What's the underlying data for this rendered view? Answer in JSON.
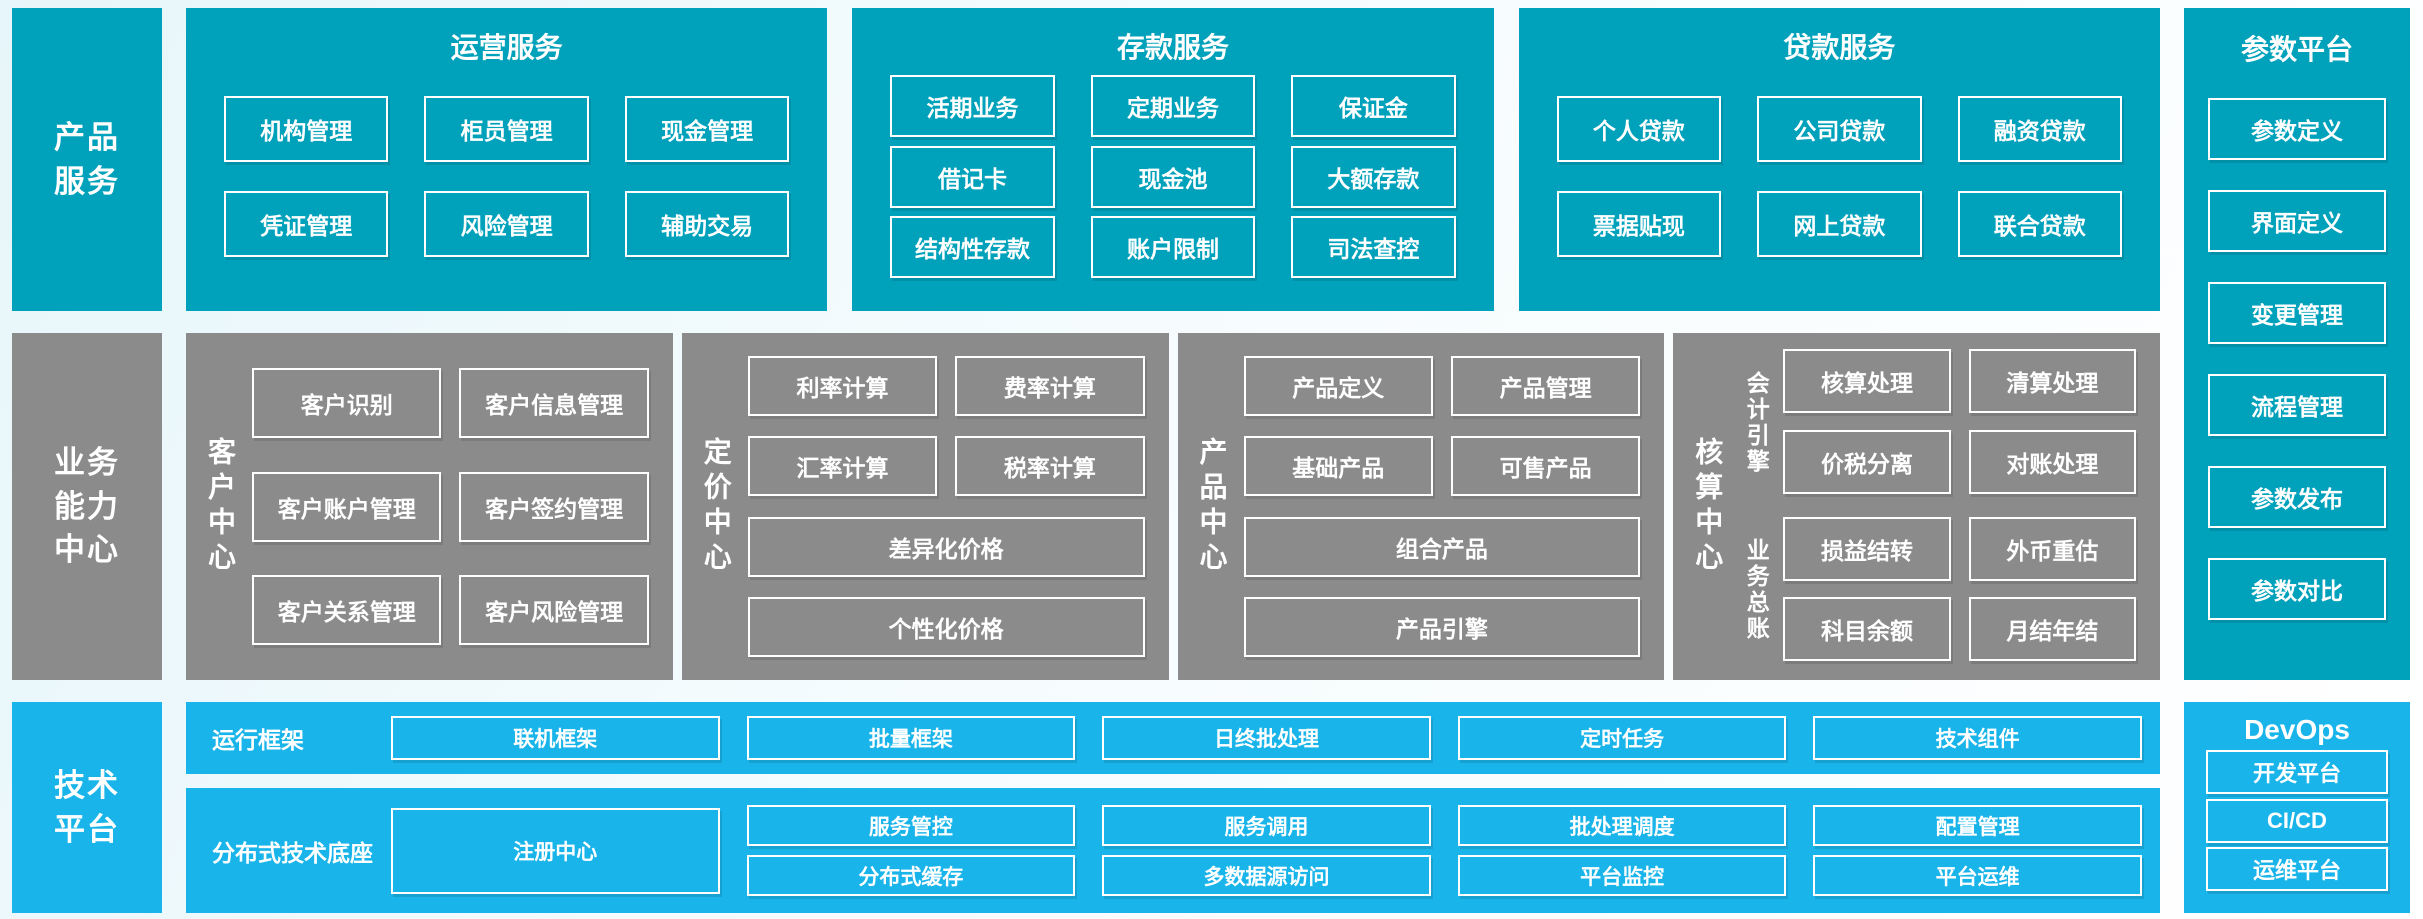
{
  "colors": {
    "teal": "#00a1ba",
    "gray": "#8b8b8b",
    "blue": "#19b4e9",
    "box_border": "#ffffff",
    "background": "#f2fafc"
  },
  "product_band": {
    "side_label": [
      "产品",
      "服务"
    ],
    "operations": {
      "title": "运营服务",
      "boxes": [
        "机构管理",
        "柜员管理",
        "现金管理",
        "凭证管理",
        "风险管理",
        "辅助交易"
      ]
    },
    "deposit": {
      "title": "存款服务",
      "boxes": [
        "活期业务",
        "定期业务",
        "保证金",
        "借记卡",
        "现金池",
        "大额存款",
        "结构性存款",
        "账户限制",
        "司法查控"
      ]
    },
    "loan": {
      "title": "贷款服务",
      "boxes": [
        "个人贷款",
        "公司贷款",
        "融资贷款",
        "票据贴现",
        "网上贷款",
        "联合贷款"
      ]
    }
  },
  "business_band": {
    "side_label": [
      "业务",
      "能力",
      "中心"
    ],
    "customer": {
      "label": "客户中心",
      "boxes": [
        "客户识别",
        "客户信息管理",
        "客户账户管理",
        "客户签约管理",
        "客户关系管理",
        "客户风险管理"
      ]
    },
    "pricing": {
      "label": "定价中心",
      "boxes": [
        "利率计算",
        "费率计算",
        "汇率计算",
        "税率计算"
      ],
      "wide_boxes": [
        "差异化价格",
        "个性化价格"
      ]
    },
    "product": {
      "label": "产品中心",
      "boxes": [
        "产品定义",
        "产品管理",
        "基础产品",
        "可售产品"
      ],
      "wide_boxes": [
        "组合产品",
        "产品引擎"
      ]
    },
    "accounting": {
      "label": "核算中心",
      "groups": [
        {
          "label": "会计引擎",
          "boxes": [
            "核算处理",
            "清算处理",
            "价税分离",
            "对账处理"
          ]
        },
        {
          "label": "业务总账",
          "boxes": [
            "损益结转",
            "外币重估",
            "科目余额",
            "月结年结"
          ]
        }
      ]
    }
  },
  "tech_band": {
    "side_label": [
      "技术",
      "平台"
    ],
    "runtime": {
      "label": "运行框架",
      "boxes": [
        "联机框架",
        "批量框架",
        "日终批处理",
        "定时任务",
        "技术组件"
      ]
    },
    "distributed": {
      "label": "分布式技术底座",
      "registry": "注册中心",
      "boxes": [
        "服务管控",
        "服务调用",
        "批处理调度",
        "配置管理",
        "分布式缓存",
        "多数据源访问",
        "平台监控",
        "平台运维"
      ]
    }
  },
  "param_platform": {
    "title": "参数平台",
    "boxes": [
      "参数定义",
      "界面定义",
      "变更管理",
      "流程管理",
      "参数发布",
      "参数对比"
    ]
  },
  "devops": {
    "title": "DevOps",
    "boxes": [
      "开发平台",
      "CI/CD",
      "运维平台"
    ]
  }
}
